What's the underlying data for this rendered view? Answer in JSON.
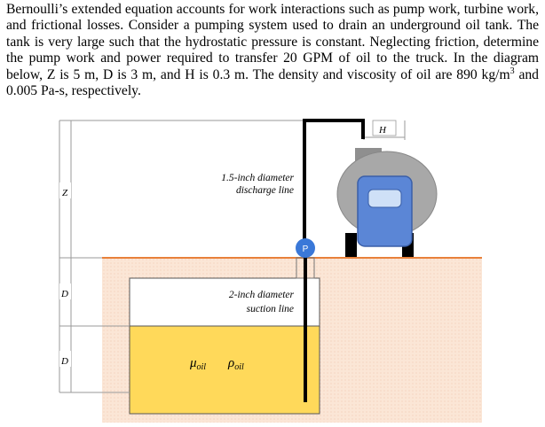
{
  "problem": {
    "part1": "Bernoulli’s extended equation accounts for work interactions such as pump work, turbine work, and frictional losses. Consider a pumping system used to drain an underground oil tank. The tank is very large such that the hydrostatic pressure is constant. Neglecting friction, determine the pump work and power required to transfer 20 GPM of oil to the truck. In the diagram below, Z is 5 m, D is 3 m, and H is 0.3 m. The density and viscosity of oil are 890 kg/m",
    "superscript": "3",
    "part2": " and 0.005 Pa-s, respectively."
  },
  "diagram": {
    "dimension_labels": {
      "z": "Z",
      "d_upper": "D",
      "d_lower": "D",
      "h": "H"
    },
    "discharge_label": [
      "1.5-inch diameter",
      "discharge line"
    ],
    "suction_label": [
      "2-inch diameter",
      "suction line"
    ],
    "pump_label": "P",
    "oil_viscosity_symbol": "μ",
    "oil_density_symbol": "ρ",
    "oil_subscript": "oil",
    "colors": {
      "ground": "#fbe8da",
      "ground_surface": "#e8813a",
      "oil": "#ffd95a",
      "pump": "#3a78d8",
      "truck_body": "#5b86d6",
      "truck_tank": "#a8a8a8",
      "pipe": "#000000"
    }
  }
}
